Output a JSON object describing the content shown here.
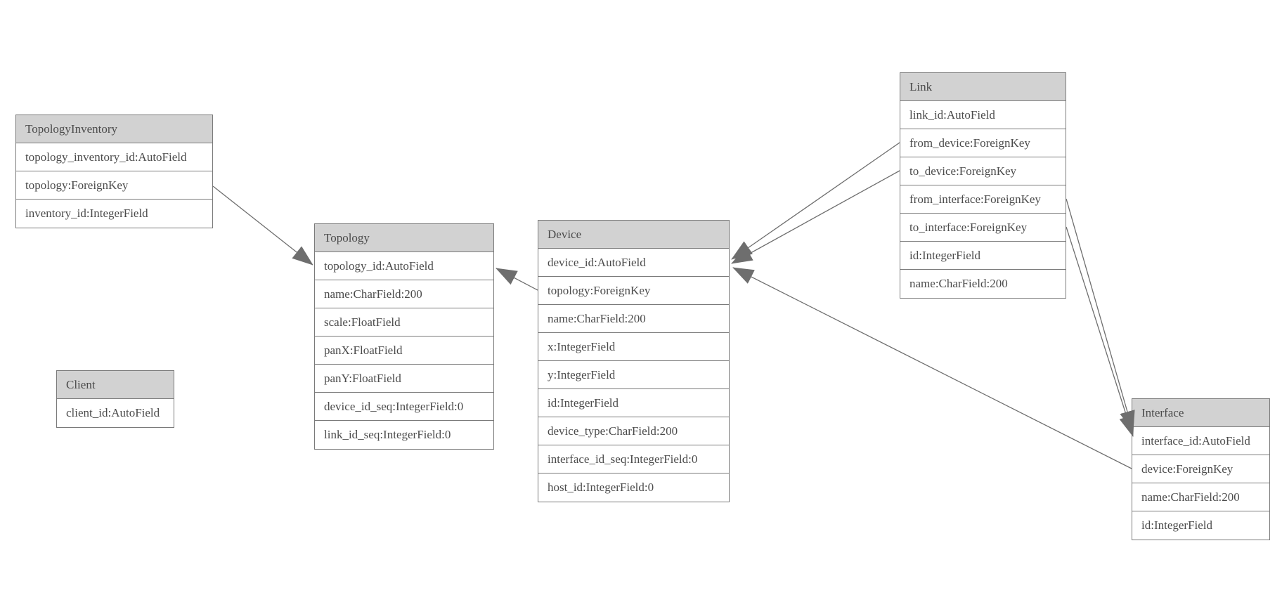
{
  "entities": [
    {
      "name": "TopologyInventory",
      "fields": [
        "topology_inventory_id:AutoField",
        "topology:ForeignKey",
        "inventory_id:IntegerField"
      ]
    },
    {
      "name": "Topology",
      "fields": [
        "topology_id:AutoField",
        "name:CharField:200",
        "scale:FloatField",
        "panX:FloatField",
        "panY:FloatField",
        "device_id_seq:IntegerField:0",
        "link_id_seq:IntegerField:0"
      ]
    },
    {
      "name": "Client",
      "fields": [
        "client_id:AutoField"
      ]
    },
    {
      "name": "Device",
      "fields": [
        "device_id:AutoField",
        "topology:ForeignKey",
        "name:CharField:200",
        "x:IntegerField",
        "y:IntegerField",
        "id:IntegerField",
        "device_type:CharField:200",
        "interface_id_seq:IntegerField:0",
        "host_id:IntegerField:0"
      ]
    },
    {
      "name": "Link",
      "fields": [
        "link_id:AutoField",
        "from_device:ForeignKey",
        "to_device:ForeignKey",
        "from_interface:ForeignKey",
        "to_interface:ForeignKey",
        "id:IntegerField",
        "name:CharField:200"
      ]
    },
    {
      "name": "Interface",
      "fields": [
        "interface_id:AutoField",
        "device:ForeignKey",
        "name:CharField:200",
        "id:IntegerField"
      ]
    }
  ],
  "relationships": [
    {
      "from": "TopologyInventory.topology",
      "to": "Topology.topology_id"
    },
    {
      "from": "Device.topology",
      "to": "Topology.topology_id"
    },
    {
      "from": "Link.from_device",
      "to": "Device.device_id"
    },
    {
      "from": "Link.to_device",
      "to": "Device.device_id"
    },
    {
      "from": "Link.from_interface",
      "to": "Interface.interface_id"
    },
    {
      "from": "Link.to_interface",
      "to": "Interface.interface_id"
    },
    {
      "from": "Interface.device",
      "to": "Device.device_id"
    }
  ],
  "colors": {
    "header_fill": "#d2d2d2",
    "border": "#7a7a7a",
    "text": "#4b4b4b",
    "line": "#6e6e6e",
    "arrowhead": "#6e6e6e",
    "background": "#ffffff"
  }
}
